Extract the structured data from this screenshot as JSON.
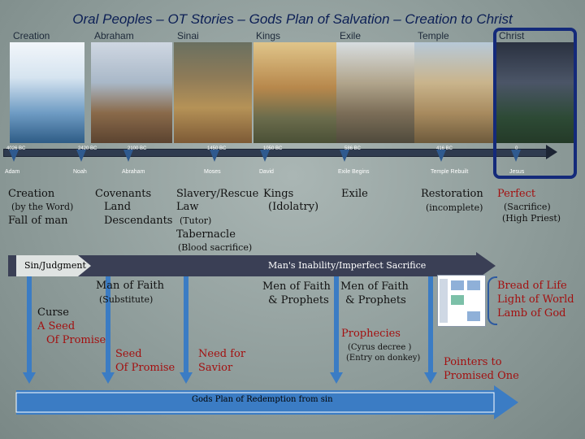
{
  "title": "Oral Peoples – OT Stories – Gods Plan of Salvation – Creation to Christ",
  "panels": [
    "Creation",
    "Abraham",
    "Sinai",
    "Kings",
    "Exile",
    "Temple",
    "Christ"
  ],
  "timeline": {
    "dates": [
      "4026 BC",
      "2420 BC",
      "2100 BC",
      "1450 BC",
      "1050 BC",
      "586 BC",
      "416 BC",
      "0"
    ],
    "names": [
      "Adam",
      "Noah",
      "Abraham",
      "Moses",
      "David",
      "Exile Begins",
      "Temple Rebuilt",
      "Jesus"
    ]
  },
  "stages": {
    "creation": "Creation",
    "by_word": "(by the Word)",
    "fall": "Fall of man",
    "covenants": "Covenants",
    "land": "Land",
    "descendants": "Descendants",
    "slavery": "Slavery/Rescue",
    "law": "Law",
    "tutor": "(Tutor)",
    "tabernacle": "Tabernacle",
    "blood": "(Blood sacrifice)",
    "kings": "Kings",
    "idolatry": "(Idolatry)",
    "exile": "Exile",
    "restoration": "Restoration",
    "incomplete": "(incomplete)",
    "perfect": "Perfect",
    "sacrifice": "(Sacrifice)",
    "high_priest": "(High Priest)"
  },
  "bars": {
    "sin": "Sin/Judgment",
    "inability": "Man's Inability/Imperfect Sacrifice",
    "redemption": "Gods Plan of Redemption from sin"
  },
  "faith": {
    "man": "Man of Faith",
    "substitute": "(Substitute)",
    "men1": "Men of Faith",
    "prophets1": "& Prophets",
    "men2": "Men of Faith",
    "prophets2": "& Prophets"
  },
  "promise": {
    "curse": "Curse",
    "seed": "A Seed",
    "of_promise": "Of Promise",
    "seed2": "Seed",
    "of_promise2": "Of Promise",
    "need": "Need for",
    "savior": "Savior",
    "prophecies": "Prophecies",
    "cyrus": "(Cyrus decree )",
    "donkey": "(Entry on donkey)",
    "pointers": "Pointers to",
    "promised": "Promised One"
  },
  "christ": {
    "bread": "Bread of Life",
    "light": "Light of World",
    "lamb": "Lamb of God"
  }
}
